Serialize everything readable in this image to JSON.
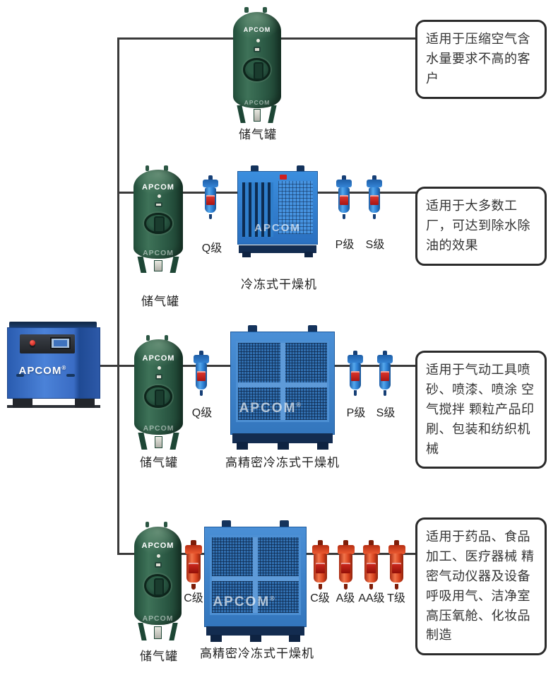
{
  "brand": {
    "name": "APCOM",
    "registered": "®"
  },
  "colors": {
    "line": "#3a3a3a",
    "box_border": "#2b2b2b",
    "tank_green": "#2f5b46",
    "machine_blue": "#3579c8",
    "filter_blue": "#2a7cd0",
    "filter_red": "#d8431f",
    "sticker_red": "#c42020",
    "compressor_blue": "#3a6cc4"
  },
  "compressor": {
    "label": "APCOM"
  },
  "rows": [
    {
      "tank_label": "储气罐",
      "filters_left": [],
      "dryer_label": "",
      "filters_right": [],
      "description": "适用于压缩空气含水量要求不高的客户"
    },
    {
      "tank_label": "储气罐",
      "filters_left": [
        "Q级"
      ],
      "dryer_label": "冷冻式干燥机",
      "filters_right": [
        "P级",
        "S级"
      ],
      "description": "适用于大多数工厂，可达到除水除油的效果"
    },
    {
      "tank_label": "储气罐",
      "filters_left": [
        "Q级"
      ],
      "dryer_label": "高精密冷冻式干燥机",
      "filters_right": [
        "P级",
        "S级"
      ],
      "description": "适用于气动工具喷砂、喷漆、喷涂 空气搅拌 颗粒产品印刷、包装和纺织机械"
    },
    {
      "tank_label": "储气罐",
      "filters_left": [
        "C级"
      ],
      "dryer_label": "高精密冷冻式干燥机",
      "filters_right": [
        "C级",
        "A级",
        "AA级",
        "T级"
      ],
      "description": "适用于药品、食品加工、医疗器械 精密气动仪器及设备呼吸用气、洁净室高压氧舱、化妆品制造"
    }
  ]
}
